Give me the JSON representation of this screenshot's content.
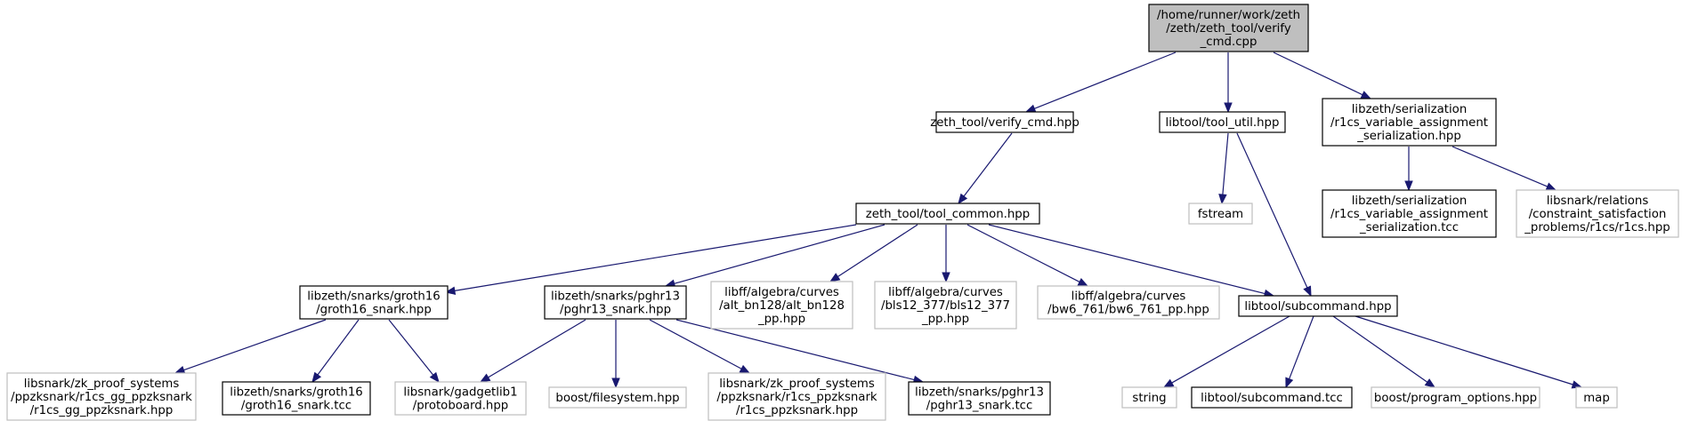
{
  "graph": {
    "colors": {
      "edge": "#191970",
      "root_fill": "#bfbfbf",
      "external_border": "#bfbfbf",
      "documented_border": "#000000"
    },
    "nodes": [
      {
        "id": "root",
        "kind": "root",
        "lines": [
          "/home/runner/work/zeth",
          "/zeth/zeth_tool/verify",
          "_cmd.cpp"
        ]
      },
      {
        "id": "verify_cmd_hpp",
        "kind": "documented",
        "lines": [
          "zeth_tool/verify_cmd.hpp"
        ]
      },
      {
        "id": "tool_util_hpp",
        "kind": "documented",
        "lines": [
          "libtool/tool_util.hpp"
        ]
      },
      {
        "id": "r1cs_var_ser_hpp",
        "kind": "documented",
        "lines": [
          "libzeth/serialization",
          "/r1cs_variable_assignment",
          "_serialization.hpp"
        ]
      },
      {
        "id": "tool_common_hpp",
        "kind": "documented",
        "lines": [
          "zeth_tool/tool_common.hpp"
        ]
      },
      {
        "id": "fstream",
        "kind": "external",
        "lines": [
          "fstream"
        ]
      },
      {
        "id": "r1cs_var_ser_tcc",
        "kind": "documented",
        "lines": [
          "libzeth/serialization",
          "/r1cs_variable_assignment",
          "_serialization.tcc"
        ]
      },
      {
        "id": "r1cs_hpp",
        "kind": "external",
        "lines": [
          "libsnark/relations",
          "/constraint_satisfaction",
          "_problems/r1cs/r1cs.hpp"
        ]
      },
      {
        "id": "groth16_hpp",
        "kind": "documented",
        "lines": [
          "libzeth/snarks/groth16",
          "/groth16_snark.hpp"
        ]
      },
      {
        "id": "pghr13_hpp",
        "kind": "documented",
        "lines": [
          "libzeth/snarks/pghr13",
          "/pghr13_snark.hpp"
        ]
      },
      {
        "id": "alt_bn128",
        "kind": "external",
        "lines": [
          "libff/algebra/curves",
          "/alt_bn128/alt_bn128",
          "_pp.hpp"
        ]
      },
      {
        "id": "bls12_377",
        "kind": "external",
        "lines": [
          "libff/algebra/curves",
          "/bls12_377/bls12_377",
          "_pp.hpp"
        ]
      },
      {
        "id": "bw6_761",
        "kind": "external",
        "lines": [
          "libff/algebra/curves",
          "/bw6_761/bw6_761_pp.hpp"
        ]
      },
      {
        "id": "subcommand_hpp",
        "kind": "documented",
        "lines": [
          "libtool/subcommand.hpp"
        ]
      },
      {
        "id": "r1cs_gg_ppzksnark",
        "kind": "external",
        "lines": [
          "libsnark/zk_proof_systems",
          "/ppzksnark/r1cs_gg_ppzksnark",
          "/r1cs_gg_ppzksnark.hpp"
        ]
      },
      {
        "id": "groth16_tcc",
        "kind": "documented",
        "lines": [
          "libzeth/snarks/groth16",
          "/groth16_snark.tcc"
        ]
      },
      {
        "id": "protoboard",
        "kind": "external",
        "lines": [
          "libsnark/gadgetlib1",
          "/protoboard.hpp"
        ]
      },
      {
        "id": "filesystem",
        "kind": "external",
        "lines": [
          "boost/filesystem.hpp"
        ]
      },
      {
        "id": "r1cs_ppzksnark",
        "kind": "external",
        "lines": [
          "libsnark/zk_proof_systems",
          "/ppzksnark/r1cs_ppzksnark",
          "/r1cs_ppzksnark.hpp"
        ]
      },
      {
        "id": "pghr13_tcc",
        "kind": "documented",
        "lines": [
          "libzeth/snarks/pghr13",
          "/pghr13_snark.tcc"
        ]
      },
      {
        "id": "string",
        "kind": "external",
        "lines": [
          "string"
        ]
      },
      {
        "id": "subcommand_tcc",
        "kind": "documented",
        "lines": [
          "libtool/subcommand.tcc"
        ]
      },
      {
        "id": "program_options",
        "kind": "external",
        "lines": [
          "boost/program_options.hpp"
        ]
      },
      {
        "id": "map",
        "kind": "external",
        "lines": [
          "map"
        ]
      }
    ],
    "edges": [
      [
        "root",
        "verify_cmd_hpp"
      ],
      [
        "root",
        "tool_util_hpp"
      ],
      [
        "root",
        "r1cs_var_ser_hpp"
      ],
      [
        "verify_cmd_hpp",
        "tool_common_hpp"
      ],
      [
        "tool_util_hpp",
        "fstream"
      ],
      [
        "tool_util_hpp",
        "subcommand_hpp"
      ],
      [
        "r1cs_var_ser_hpp",
        "r1cs_var_ser_tcc"
      ],
      [
        "r1cs_var_ser_hpp",
        "r1cs_hpp"
      ],
      [
        "tool_common_hpp",
        "groth16_hpp"
      ],
      [
        "tool_common_hpp",
        "pghr13_hpp"
      ],
      [
        "tool_common_hpp",
        "alt_bn128"
      ],
      [
        "tool_common_hpp",
        "bls12_377"
      ],
      [
        "tool_common_hpp",
        "bw6_761"
      ],
      [
        "tool_common_hpp",
        "subcommand_hpp"
      ],
      [
        "groth16_hpp",
        "r1cs_gg_ppzksnark"
      ],
      [
        "groth16_hpp",
        "groth16_tcc"
      ],
      [
        "groth16_hpp",
        "protoboard"
      ],
      [
        "pghr13_hpp",
        "protoboard"
      ],
      [
        "pghr13_hpp",
        "filesystem"
      ],
      [
        "pghr13_hpp",
        "r1cs_ppzksnark"
      ],
      [
        "pghr13_hpp",
        "pghr13_tcc"
      ],
      [
        "subcommand_hpp",
        "string"
      ],
      [
        "subcommand_hpp",
        "subcommand_tcc"
      ],
      [
        "subcommand_hpp",
        "program_options"
      ],
      [
        "subcommand_hpp",
        "map"
      ]
    ]
  }
}
